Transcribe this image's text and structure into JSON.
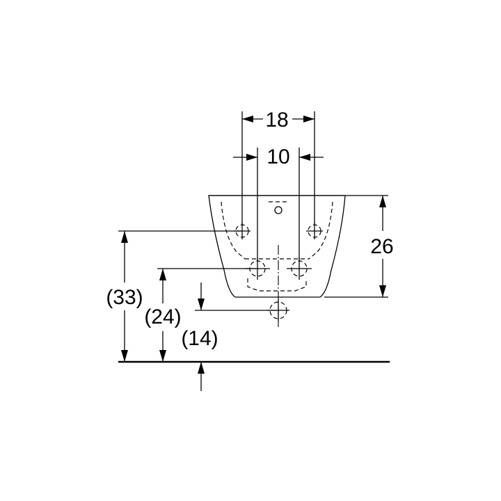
{
  "dimensions": {
    "spacing_outer": "18",
    "spacing_inner": "10",
    "bowl_height": "26",
    "height_upper": "(33)",
    "height_middle": "(24)",
    "height_lower": "(14)"
  },
  "colors": {
    "line": "#000000",
    "background": "#ffffff"
  }
}
